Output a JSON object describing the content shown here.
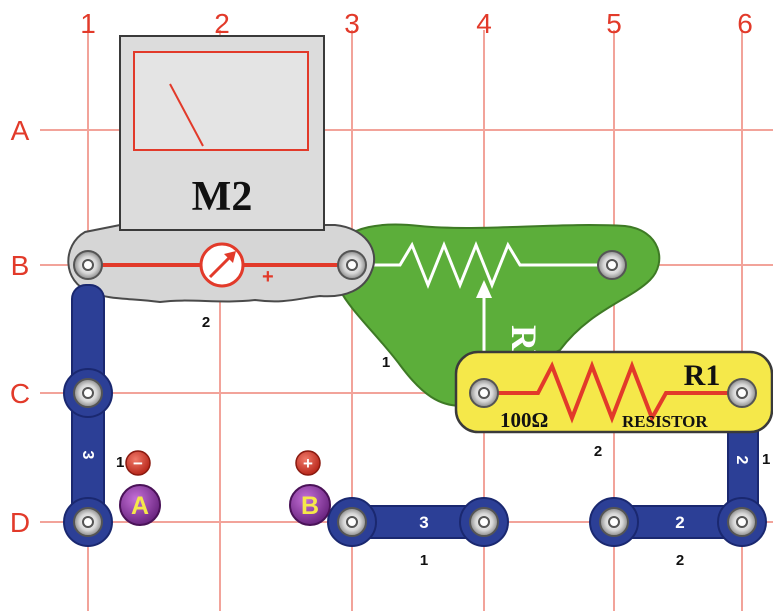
{
  "grid": {
    "columns": [
      "1",
      "2",
      "3",
      "4",
      "5",
      "6"
    ],
    "rows": [
      "A",
      "B",
      "C",
      "D"
    ],
    "line_color": "#f2a39a",
    "label_color": "#e23a2a"
  },
  "meter": {
    "label": "M2",
    "plus_sign": "+",
    "level": "2"
  },
  "potentiometer": {
    "label": "RV",
    "level": "1",
    "color": "#5cae3a"
  },
  "resistor": {
    "label": "R1",
    "value": "100Ω",
    "name": "RESISTOR",
    "level": "2",
    "color": "#f5e84a"
  },
  "wires": {
    "left_vertical": {
      "label": "3",
      "level": "1"
    },
    "bottom": {
      "label": "3",
      "level": "1"
    },
    "bottom_right": {
      "label": "2",
      "level": "2"
    },
    "right_vertical": {
      "label": "2",
      "level": "1"
    },
    "color": "#2c3f96"
  },
  "points": {
    "a": {
      "sign": "−",
      "letter": "A"
    },
    "b": {
      "sign": "+",
      "letter": "B"
    }
  }
}
